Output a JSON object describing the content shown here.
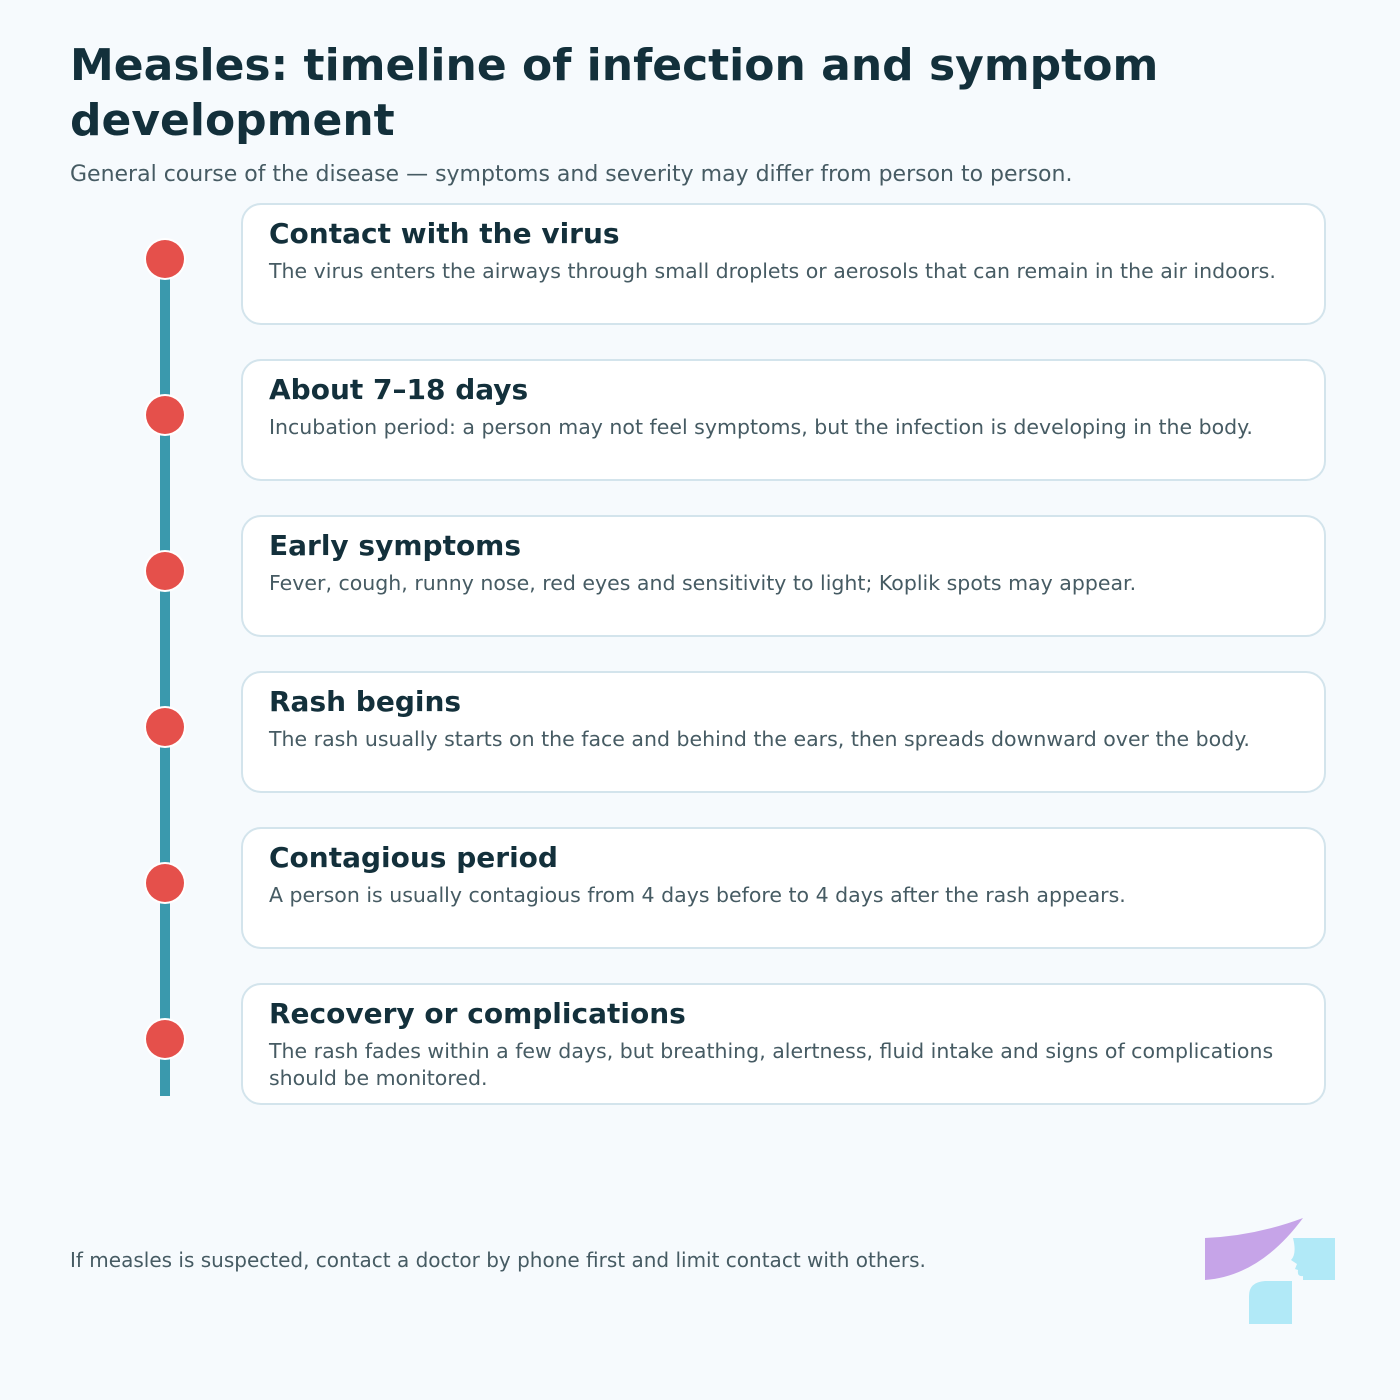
{
  "header": {
    "title": "Measles: timeline of infection and symptom development",
    "subtitle": "General course of the disease — symptoms and severity may differ from person to person."
  },
  "timeline": {
    "steps": [
      {
        "title": "Contact with the virus",
        "text": "The virus enters the airways through small droplets or aerosols that can remain in the air indoors."
      },
      {
        "title": "About 7–18 days",
        "text": "Incubation period: a person may not feel symptoms, but the infection is developing in the body."
      },
      {
        "title": "Early symptoms",
        "text": "Fever, cough, runny nose, red eyes and sensitivity to light; Koplik spots may appear."
      },
      {
        "title": "Rash begins",
        "text": "The rash usually starts on the face and behind the ears, then spreads downward over the body."
      },
      {
        "title": "Contagious period",
        "text": "A person is usually contagious from 4 days before to 4 days after the rash appears."
      },
      {
        "title": "Recovery or complications",
        "text": "The rash fades within a few days, but breathing, alertness, fluid intake and signs of complications should be monitored."
      }
    ]
  },
  "footer": {
    "note": "If measles is suspected, contact a doctor by phone first and limit contact with others."
  },
  "colors": {
    "background": "#f6fafd",
    "timeline_line": "#3a99ad",
    "timeline_dot": "#e5504b",
    "logo_purple": "#c6a4e8",
    "logo_cyan": "#b1e9f7"
  },
  "icons": {
    "logo": "health-brand-logo-icon"
  }
}
